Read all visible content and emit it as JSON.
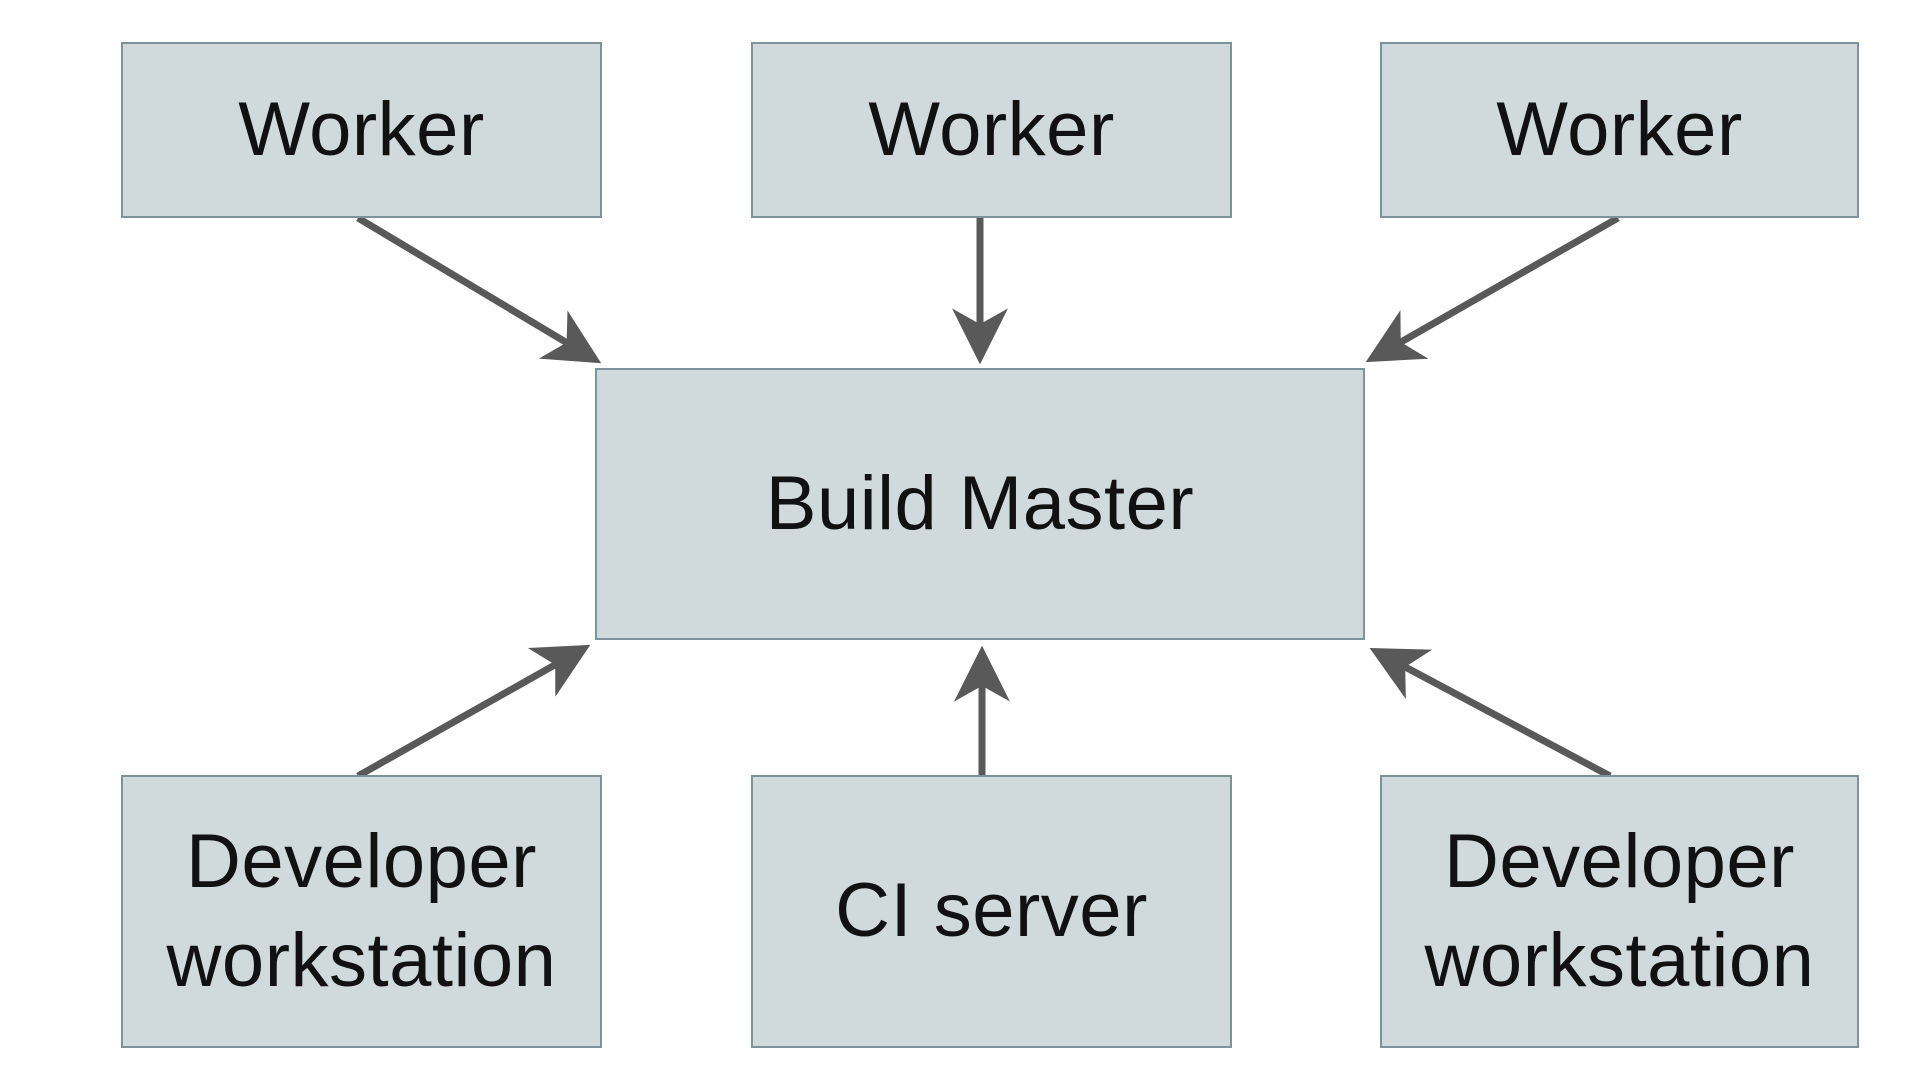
{
  "diagram": {
    "description": "Build system architecture diagram: three Workers, two Developer workstations and a CI server all point to a central Build Master",
    "colors": {
      "background": "#ffffff",
      "node_fill": "#d0d9dc",
      "node_border": "#7d929b",
      "arrow": "#595959",
      "text": "#111111"
    },
    "nodes": {
      "worker_1": {
        "label": "Worker"
      },
      "worker_2": {
        "label": "Worker"
      },
      "worker_3": {
        "label": "Worker"
      },
      "build_master": {
        "label": "Build Master"
      },
      "dev_workstation_1": {
        "label": "Developer workstation"
      },
      "ci_server": {
        "label": "CI server"
      },
      "dev_workstation_2": {
        "label": "Developer workstation"
      }
    },
    "edges": [
      {
        "from": "worker_1",
        "to": "build_master",
        "direction": "down-right"
      },
      {
        "from": "worker_2",
        "to": "build_master",
        "direction": "down"
      },
      {
        "from": "worker_3",
        "to": "build_master",
        "direction": "down-left"
      },
      {
        "from": "dev_workstation_1",
        "to": "build_master",
        "direction": "up-right"
      },
      {
        "from": "ci_server",
        "to": "build_master",
        "direction": "up"
      },
      {
        "from": "dev_workstation_2",
        "to": "build_master",
        "direction": "up-left"
      }
    ]
  }
}
